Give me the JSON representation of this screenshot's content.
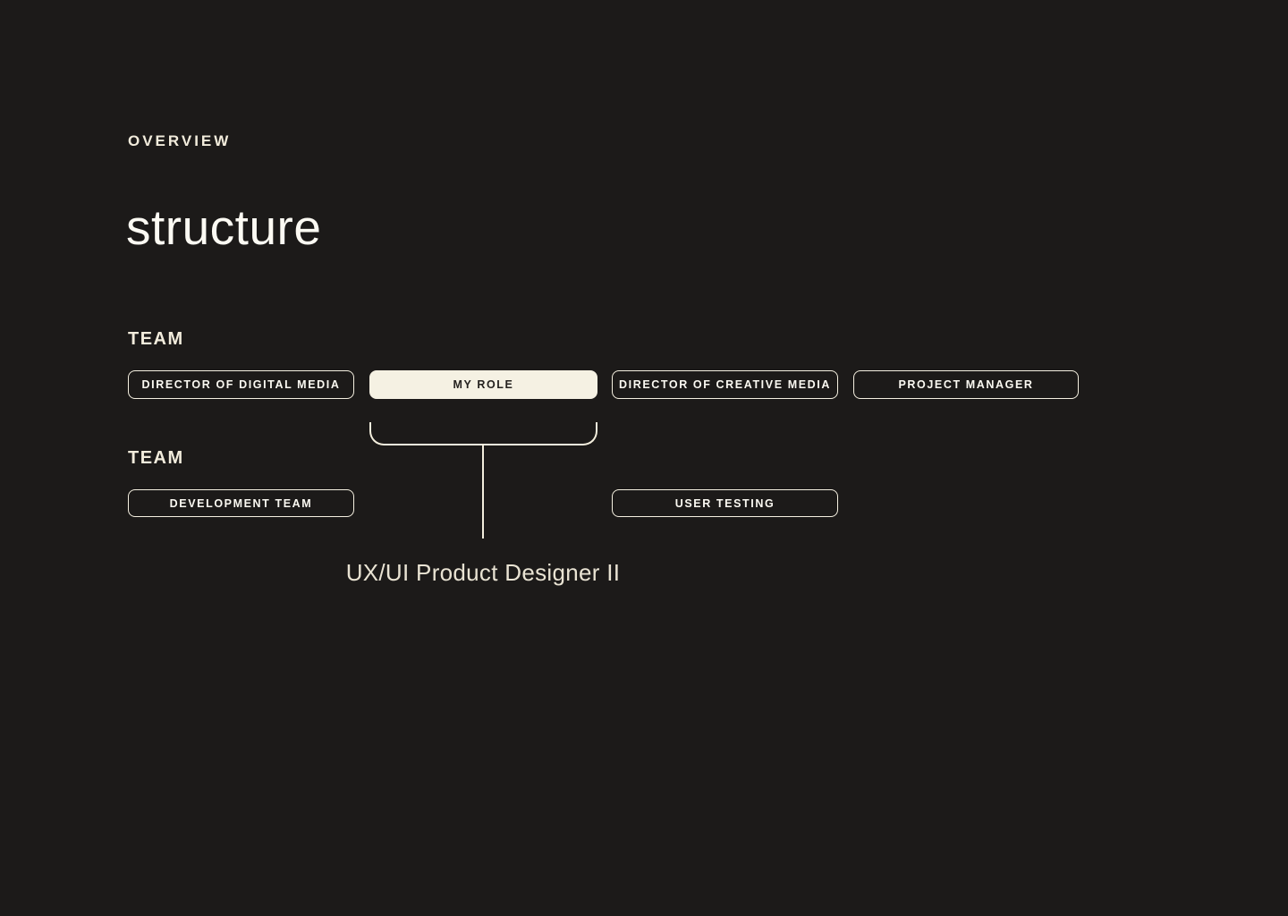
{
  "page": {
    "eyebrow": "OVERVIEW",
    "title": "structure"
  },
  "sections": {
    "team_top_label": "TEAM",
    "team_bottom_label": "TEAM"
  },
  "org": {
    "row1": [
      {
        "label": "DIRECTOR OF DIGITAL MEDIA",
        "variant": "outline"
      },
      {
        "label": "MY ROLE",
        "variant": "filled"
      },
      {
        "label": "DIRECTOR OF CREATIVE MEDIA",
        "variant": "outline"
      },
      {
        "label": "PROJECT MANAGER",
        "variant": "outline"
      }
    ],
    "row2": [
      {
        "label": "DEVELOPMENT TEAM",
        "variant": "outline"
      },
      {
        "label": "USER TESTING",
        "variant": "outline"
      }
    ],
    "role_caption": "UX/UI Product Designer II"
  },
  "colors": {
    "background": "#1c1a19",
    "cream": "#f5f0e1",
    "title_text": "#fcfaf3",
    "pill_text_light": "#fbf9f2",
    "pill_text_dark": "#25221f",
    "connector": "#f3eedd"
  }
}
